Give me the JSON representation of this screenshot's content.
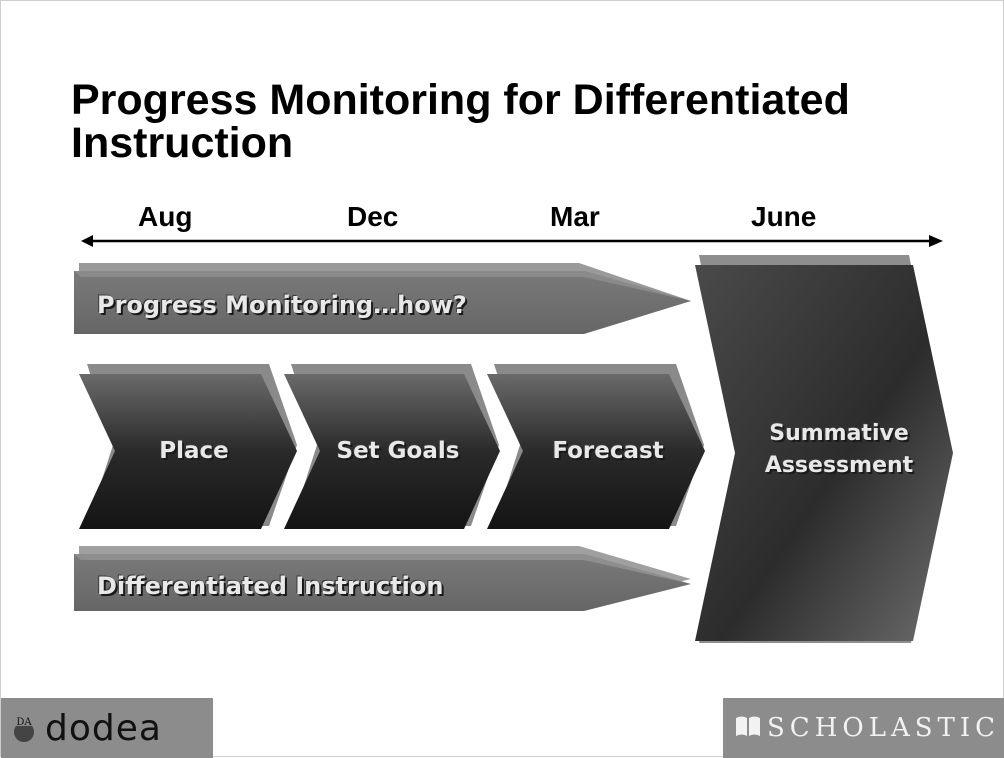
{
  "slide": {
    "title": "Progress Monitoring for Differentiated Instruction"
  },
  "timeline": {
    "months": [
      "Aug",
      "Dec",
      "Mar",
      "June"
    ]
  },
  "bars": {
    "top": "Progress Monitoring…how?",
    "bottom": "Differentiated Instruction"
  },
  "steps": [
    "Place",
    "Set Goals",
    "Forecast"
  ],
  "summative": {
    "line1": "Summative",
    "line2": "Assessment"
  },
  "footer": {
    "left_logo_text": "dodea",
    "left_logo_badge": "DA",
    "right_logo_text": "SCHOLASTIC"
  },
  "colors": {
    "bar_fill": "#707070",
    "step_dark": "#1e1e1e",
    "step_light": "#6a6a6a",
    "summative_fill": "#5a5a5a",
    "footer_bg": "#8c8c8c"
  }
}
